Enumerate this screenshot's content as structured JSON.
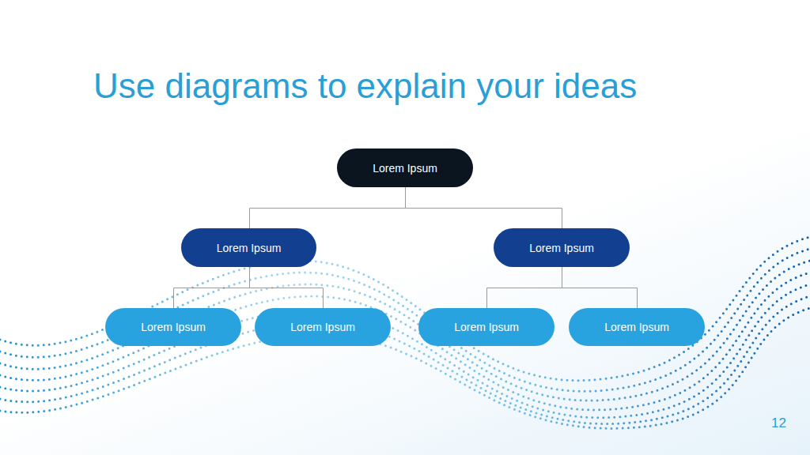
{
  "diagram": {
    "title": "Use diagrams to explain your ideas",
    "nodes": [
      {
        "text": [
          "Lorem Ipsum"
        ]
      },
      {
        "text": [
          "Lorem Ipsum"
        ]
      },
      {
        "text": [
          "Lorem Ipsum"
        ]
      },
      {
        "text": [
          "Lorem Ipsum"
        ]
      },
      {
        "text": [
          "Lorem Ipsum"
        ]
      },
      {
        "text": [
          "Lorem Ipsum"
        ]
      },
      {
        "text": [
          "Lorem Ipsum"
        ]
      }
    ],
    "edges": [
      {
        "from": 0,
        "to": 1,
        "arrow": "none"
      },
      {
        "from": 0,
        "to": 2,
        "arrow": "none"
      },
      {
        "from": 1,
        "to": 3,
        "arrow": "none"
      },
      {
        "from": 1,
        "to": 4,
        "arrow": "none"
      },
      {
        "from": 2,
        "to": 5,
        "arrow": "none"
      },
      {
        "from": 2,
        "to": 6,
        "arrow": "none"
      }
    ],
    "labels": [
      "12"
    ]
  }
}
